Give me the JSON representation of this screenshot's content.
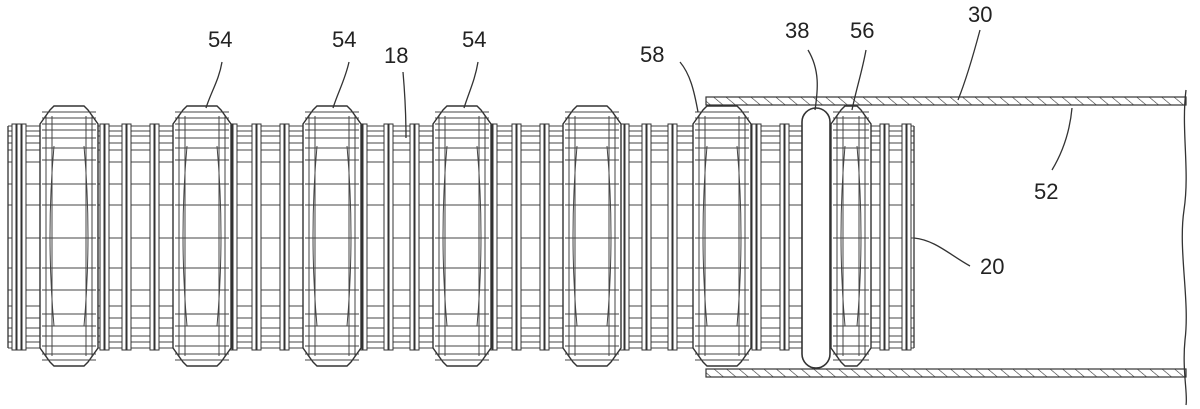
{
  "figure": {
    "colors": {
      "line": "#333333",
      "background": "#ffffff"
    },
    "labels": {
      "l54a": "54",
      "l54b": "54",
      "l18": "18",
      "l54c": "54",
      "l58": "58",
      "l38": "38",
      "l56": "56",
      "l30": "30",
      "l52": "52",
      "l20": "20"
    }
  }
}
